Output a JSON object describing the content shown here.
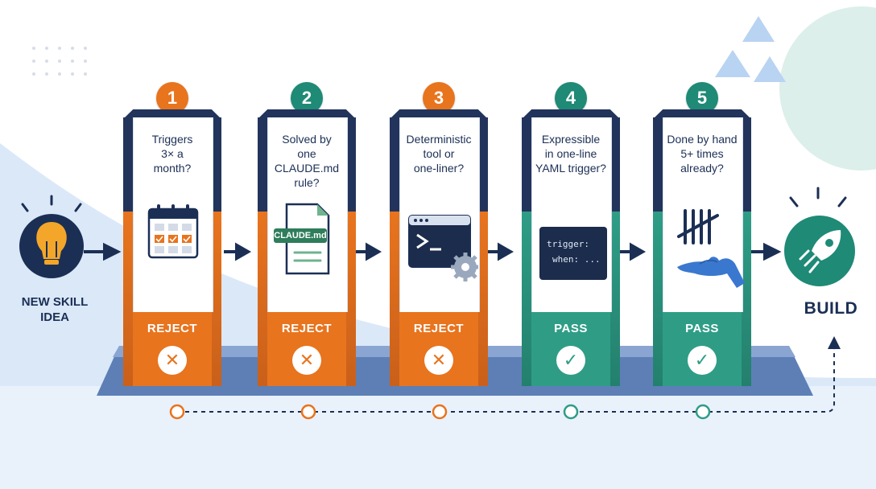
{
  "start": {
    "label_line1": "NEW SKILL",
    "label_line2": "IDEA",
    "icon": "lightbulb-icon"
  },
  "end": {
    "label": "BUILD",
    "icon": "rocket-icon"
  },
  "colors": {
    "navy": "#22345c",
    "reject": "#e8741e",
    "pass": "#2f9d86",
    "background_band": "#dbe8f8"
  },
  "gates": [
    {
      "number": "1",
      "question_lines": [
        "Triggers",
        "3× a",
        "month?"
      ],
      "verdict": "REJECT",
      "icon": "calendar-icon",
      "verdict_icon": "x-icon",
      "color": "#e8741e"
    },
    {
      "number": "2",
      "question_lines": [
        "Solved by",
        "one",
        "CLAUDE.md",
        "rule?"
      ],
      "verdict": "REJECT",
      "icon": "document-icon",
      "file_label": "CLAUDE.md",
      "verdict_icon": "x-icon",
      "color": "#1f8a76"
    },
    {
      "number": "3",
      "question_lines": [
        "Deterministic",
        "tool or",
        "one-liner?"
      ],
      "verdict": "REJECT",
      "icon": "terminal-gear-icon",
      "verdict_icon": "x-icon",
      "color": "#e8741e"
    },
    {
      "number": "4",
      "question_lines": [
        "Expressible",
        "in one-line",
        "YAML trigger?"
      ],
      "verdict": "PASS",
      "icon": "yaml-code-icon",
      "code_line1": "trigger:",
      "code_line2": "when: ...",
      "verdict_icon": "check-icon",
      "color": "#1f8a76"
    },
    {
      "number": "5",
      "question_lines": [
        "Done by hand",
        "5+ times",
        "already?"
      ],
      "verdict": "PASS",
      "icon": "tally-hand-icon",
      "verdict_icon": "check-icon",
      "color": "#1f8a76"
    }
  ]
}
